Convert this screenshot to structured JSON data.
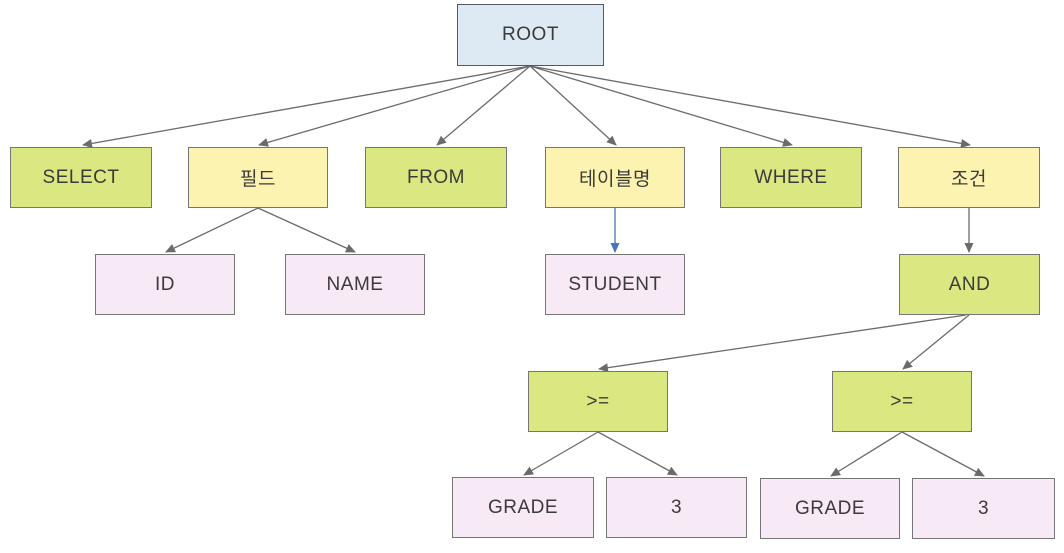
{
  "diagram": {
    "description": "SQL parse tree",
    "nodes": {
      "root": {
        "label": "ROOT",
        "type": "root"
      },
      "select": {
        "label": "SELECT",
        "type": "keyword"
      },
      "field": {
        "label": "필드",
        "type": "nonterminal"
      },
      "from": {
        "label": "FROM",
        "type": "keyword"
      },
      "table": {
        "label": "테이블명",
        "type": "nonterminal"
      },
      "where": {
        "label": "WHERE",
        "type": "keyword"
      },
      "cond": {
        "label": "조건",
        "type": "nonterminal"
      },
      "id": {
        "label": "ID",
        "type": "value"
      },
      "name": {
        "label": "NAME",
        "type": "value"
      },
      "student": {
        "label": "STUDENT",
        "type": "value"
      },
      "and": {
        "label": "AND",
        "type": "keyword"
      },
      "ge1": {
        "label": ">=",
        "type": "keyword"
      },
      "ge2": {
        "label": ">=",
        "type": "keyword"
      },
      "grade1": {
        "label": "GRADE",
        "type": "value"
      },
      "three1": {
        "label": "3",
        "type": "value"
      },
      "grade2": {
        "label": "GRADE",
        "type": "value"
      },
      "three2": {
        "label": "3",
        "type": "value"
      }
    },
    "edges": [
      {
        "from": "ROOT",
        "to": "SELECT",
        "color": "gray"
      },
      {
        "from": "ROOT",
        "to": "필드",
        "color": "gray"
      },
      {
        "from": "ROOT",
        "to": "FROM",
        "color": "gray"
      },
      {
        "from": "ROOT",
        "to": "테이블명",
        "color": "gray"
      },
      {
        "from": "ROOT",
        "to": "WHERE",
        "color": "gray"
      },
      {
        "from": "ROOT",
        "to": "조건",
        "color": "gray"
      },
      {
        "from": "필드",
        "to": "ID",
        "color": "gray"
      },
      {
        "from": "필드",
        "to": "NAME",
        "color": "gray"
      },
      {
        "from": "테이블명",
        "to": "STUDENT",
        "color": "blue"
      },
      {
        "from": "조건",
        "to": "AND",
        "color": "gray"
      },
      {
        "from": "AND",
        "to": ">= (left)",
        "color": "gray"
      },
      {
        "from": "AND",
        "to": ">= (right)",
        "color": "gray"
      },
      {
        "from": ">= (left)",
        "to": "GRADE",
        "color": "gray"
      },
      {
        "from": ">= (left)",
        "to": "3",
        "color": "gray"
      },
      {
        "from": ">= (right)",
        "to": "GRADE",
        "color": "gray"
      },
      {
        "from": ">= (right)",
        "to": "3",
        "color": "gray"
      }
    ],
    "colors": {
      "root_fill": "#dde9f3",
      "root_border": "#515a64",
      "keyword_fill": "#dbe780",
      "nonterminal_fill": "#fcf3b0",
      "value_fill": "#f7e9f6",
      "box_border": "#757575",
      "edge": "#6b6b6b",
      "edge_accent": "#4472c4",
      "text": "#3b3b3b"
    }
  }
}
